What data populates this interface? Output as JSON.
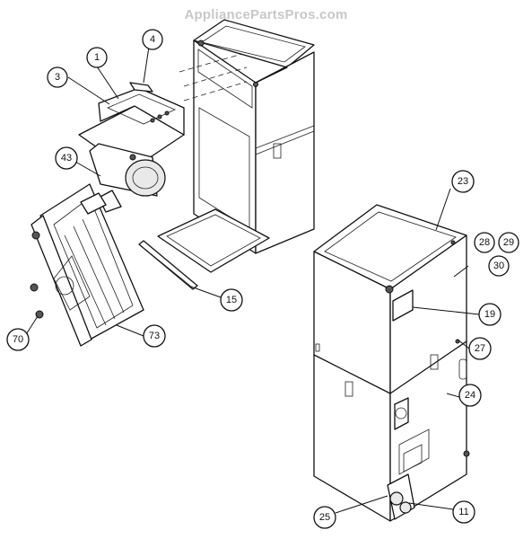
{
  "watermark": "AppliancePartsPros.com",
  "callouts": [
    {
      "id": "c1",
      "label": "1"
    },
    {
      "id": "c3",
      "label": "3"
    },
    {
      "id": "c4",
      "label": "4"
    },
    {
      "id": "c43",
      "label": "43"
    },
    {
      "id": "c15",
      "label": "15"
    },
    {
      "id": "c70",
      "label": "70"
    },
    {
      "id": "c73",
      "label": "73"
    },
    {
      "id": "c23",
      "label": "23"
    },
    {
      "id": "c28",
      "label": "28"
    },
    {
      "id": "c29",
      "label": "29"
    },
    {
      "id": "c30",
      "label": "30"
    },
    {
      "id": "c19",
      "label": "19"
    },
    {
      "id": "c27",
      "label": "27"
    },
    {
      "id": "c24",
      "label": "24"
    },
    {
      "id": "c25",
      "label": "25"
    },
    {
      "id": "c11",
      "label": "11"
    }
  ]
}
